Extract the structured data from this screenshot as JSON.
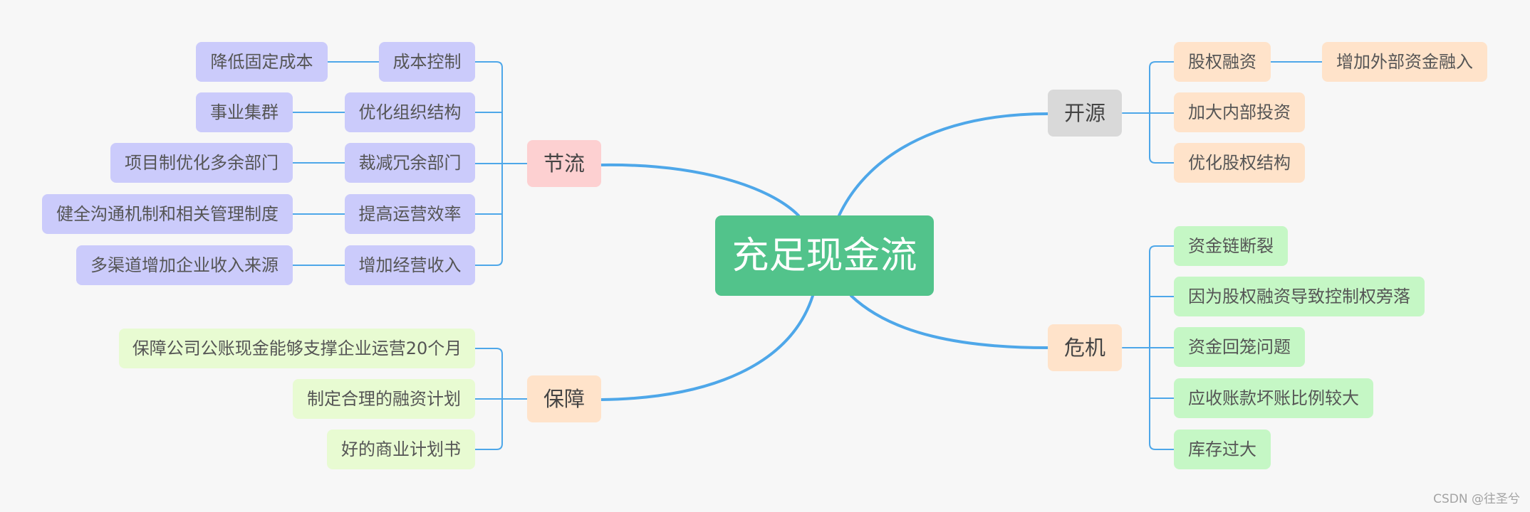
{
  "colors": {
    "background": "#f7f7f7",
    "connector": "#4ea7e9",
    "center": "#52c38b",
    "branch_cost_saving": "#fdd0d1",
    "branch_safeguard": "#ffe3ca",
    "branch_revenue": "#d9d9d9",
    "branch_crisis": "#ffe3ca",
    "cost_saving_children": "#cbcbfb",
    "safeguard_children": "#e8fbd2",
    "revenue_children": "#ffe3ca",
    "crisis_children": "#c5f7c5"
  },
  "center": {
    "label": "充足现金流"
  },
  "branches": {
    "cost_saving": {
      "label": "节流",
      "children": [
        {
          "label": "成本控制",
          "detail": "降低固定成本"
        },
        {
          "label": "优化组织结构",
          "detail": "事业集群"
        },
        {
          "label": "裁减冗余部门",
          "detail": "项目制优化多余部门"
        },
        {
          "label": "提高运营效率",
          "detail": "健全沟通机制和相关管理制度"
        },
        {
          "label": "增加经营收入",
          "detail": "多渠道增加企业收入来源"
        }
      ]
    },
    "safeguard": {
      "label": "保障",
      "children": [
        {
          "label": "保障公司公账现金能够支撑企业运营20个月"
        },
        {
          "label": "制定合理的融资计划"
        },
        {
          "label": "好的商业计划书"
        }
      ]
    },
    "revenue": {
      "label": "开源",
      "children": [
        {
          "label": "股权融资",
          "detail": "增加外部资金融入"
        },
        {
          "label": "加大内部投资"
        },
        {
          "label": "优化股权结构"
        }
      ]
    },
    "crisis": {
      "label": "危机",
      "children": [
        {
          "label": "资金链断裂"
        },
        {
          "label": "因为股权融资导致控制权旁落"
        },
        {
          "label": "资金回笼问题"
        },
        {
          "label": "应收账款坏账比例较大"
        },
        {
          "label": "库存过大"
        }
      ]
    }
  },
  "watermark": "CSDN @往圣兮"
}
